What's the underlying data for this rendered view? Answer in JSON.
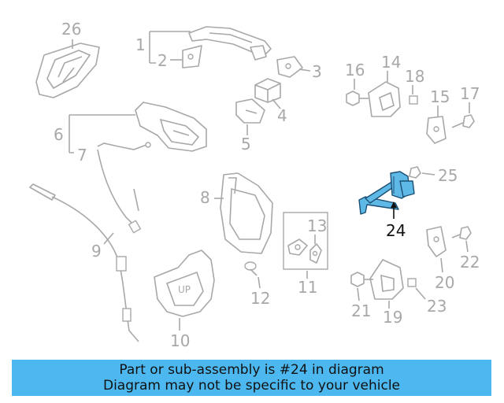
{
  "diagram": {
    "callouts": [
      "1",
      "2",
      "3",
      "4",
      "5",
      "6",
      "7",
      "8",
      "9",
      "10",
      "11",
      "12",
      "13",
      "14",
      "15",
      "16",
      "17",
      "18",
      "19",
      "20",
      "21",
      "22",
      "23",
      "24",
      "25",
      "26"
    ],
    "highlighted_part": "24",
    "highlight_color": "#5fb9e6",
    "inset_label": "UP"
  },
  "banner": {
    "line1": "Part or sub-assembly is #24 in diagram",
    "line2": "Diagram may not be specific to your vehicle",
    "background": "#4db8f0"
  }
}
